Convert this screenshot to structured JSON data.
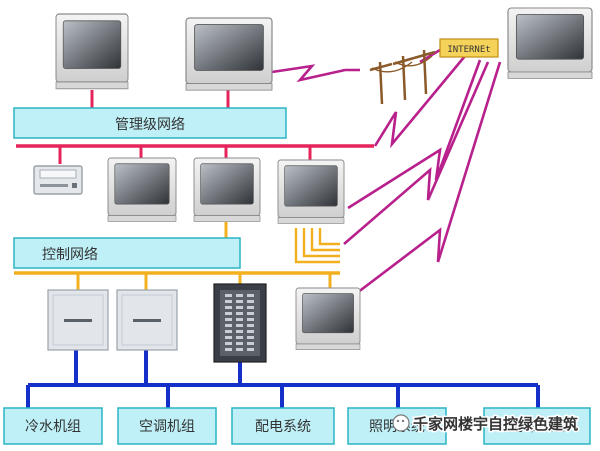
{
  "networks": {
    "management": "管理级网络",
    "control": "控制网络"
  },
  "internet_label": "INTERNEt",
  "subsystems": [
    {
      "label": "冷水机组"
    },
    {
      "label": "空调机组"
    },
    {
      "label": "配电系统"
    },
    {
      "label": "照明系统"
    },
    {
      "label": "电梯系统"
    }
  ],
  "watermark": "千家网楼宇自控绿色建筑",
  "colors": {
    "bar_fill": "#bff0f7",
    "bar_stroke": "#2bb3c4",
    "red_bus": "#e4245a",
    "orange_bus": "#f2b01e",
    "blue_bus": "#1530c8",
    "wan_link": "#b8208c",
    "internet_box": "#f5d35a"
  },
  "icons": {
    "monitor": "crt-monitor-icon",
    "printer": "printer-icon",
    "controller": "ddc-controller-icon",
    "cabinet": "relay-cabinet-icon",
    "pole": "utility-pole-icon"
  }
}
